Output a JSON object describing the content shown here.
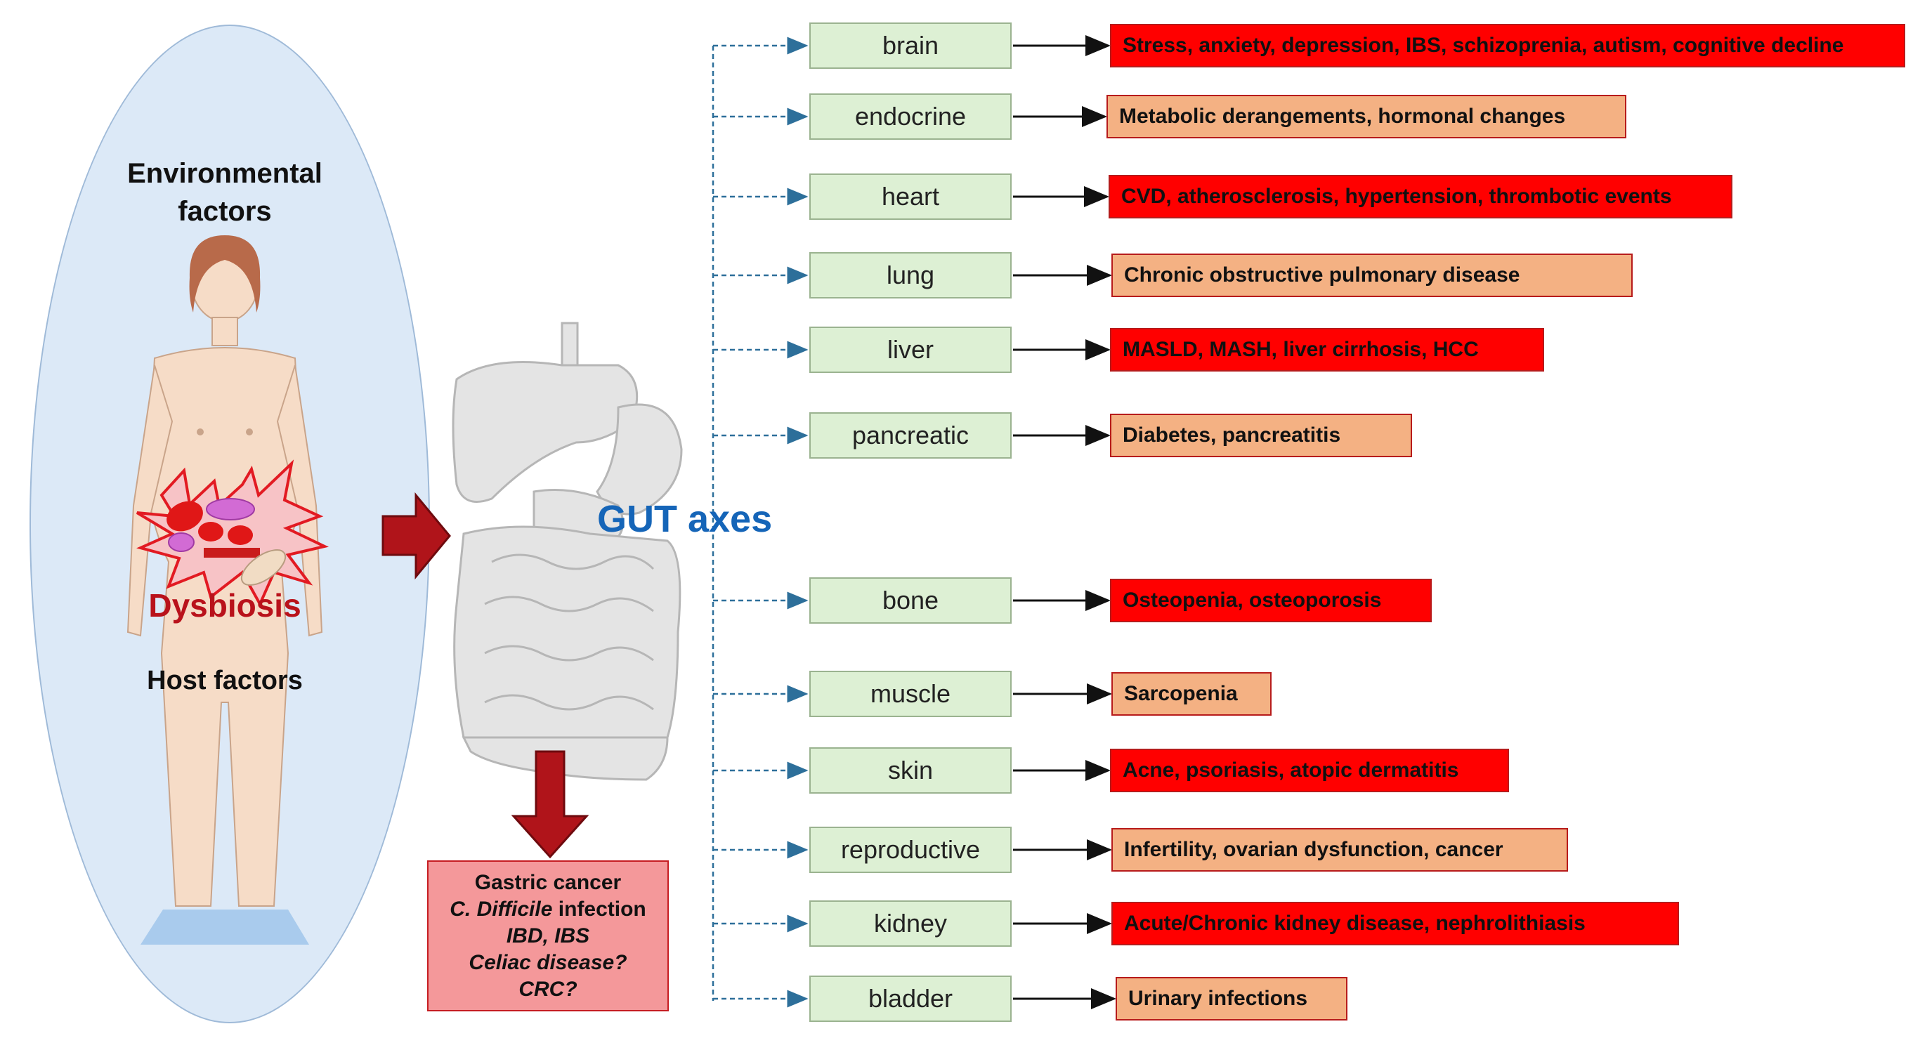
{
  "left_panel": {
    "environmental_label": "Environmental\nfactors",
    "dysbiosis_label": "Dysbiosis",
    "host_label": "Host factors"
  },
  "center": {
    "gut_axes_label": "GUT axes"
  },
  "gastro_diseases": {
    "lines": [
      {
        "text": "Gastric cancer",
        "italic": false
      },
      {
        "text": "C. Difficile",
        "italic": true,
        "suffix": " infection"
      },
      {
        "text": "IBD, IBS",
        "italic": true
      },
      {
        "text": "Celiac disease?",
        "italic": true
      },
      {
        "text": "CRC?",
        "italic": true
      }
    ]
  },
  "axes": [
    {
      "name": "brain",
      "effect": "Stress, anxiety, depression, IBS, schizoprenia, autism, cognitive decline",
      "color": "#ff0000"
    },
    {
      "name": "endocrine",
      "effect": "Metabolic derangements, hormonal changes",
      "color": "#f4b183"
    },
    {
      "name": "heart",
      "effect": "CVD, atherosclerosis, hypertension, thrombotic events",
      "color": "#ff0000"
    },
    {
      "name": "lung",
      "effect": "Chronic obstructive pulmonary disease",
      "color": "#f4b183"
    },
    {
      "name": "liver",
      "effect": "MASLD, MASH,  liver cirrhosis, HCC",
      "color": "#ff0000"
    },
    {
      "name": "pancreatic",
      "effect": "Diabetes, pancreatitis",
      "color": "#f4b183"
    },
    {
      "name": "bone",
      "effect": "Osteopenia, osteoporosis",
      "color": "#ff0000"
    },
    {
      "name": "muscle",
      "effect": "Sarcopenia",
      "color": "#f4b183"
    },
    {
      "name": "skin",
      "effect": "Acne, psoriasis, atopic dermatitis",
      "color": "#ff0000"
    },
    {
      "name": "reproductive",
      "effect": "Infertility, ovarian dysfunction, cancer",
      "color": "#f4b183"
    },
    {
      "name": "kidney",
      "effect": "Acute/Chronic kidney disease, nephrolithiasis",
      "color": "#ff0000"
    },
    {
      "name": "bladder",
      "effect": "Urinary infections",
      "color": "#f4b183"
    }
  ],
  "colors": {
    "dark_red_arrow": "#b0141a",
    "dashed_connector": "#2d6f9a",
    "axis_box_fill": "#ddf0d4"
  }
}
